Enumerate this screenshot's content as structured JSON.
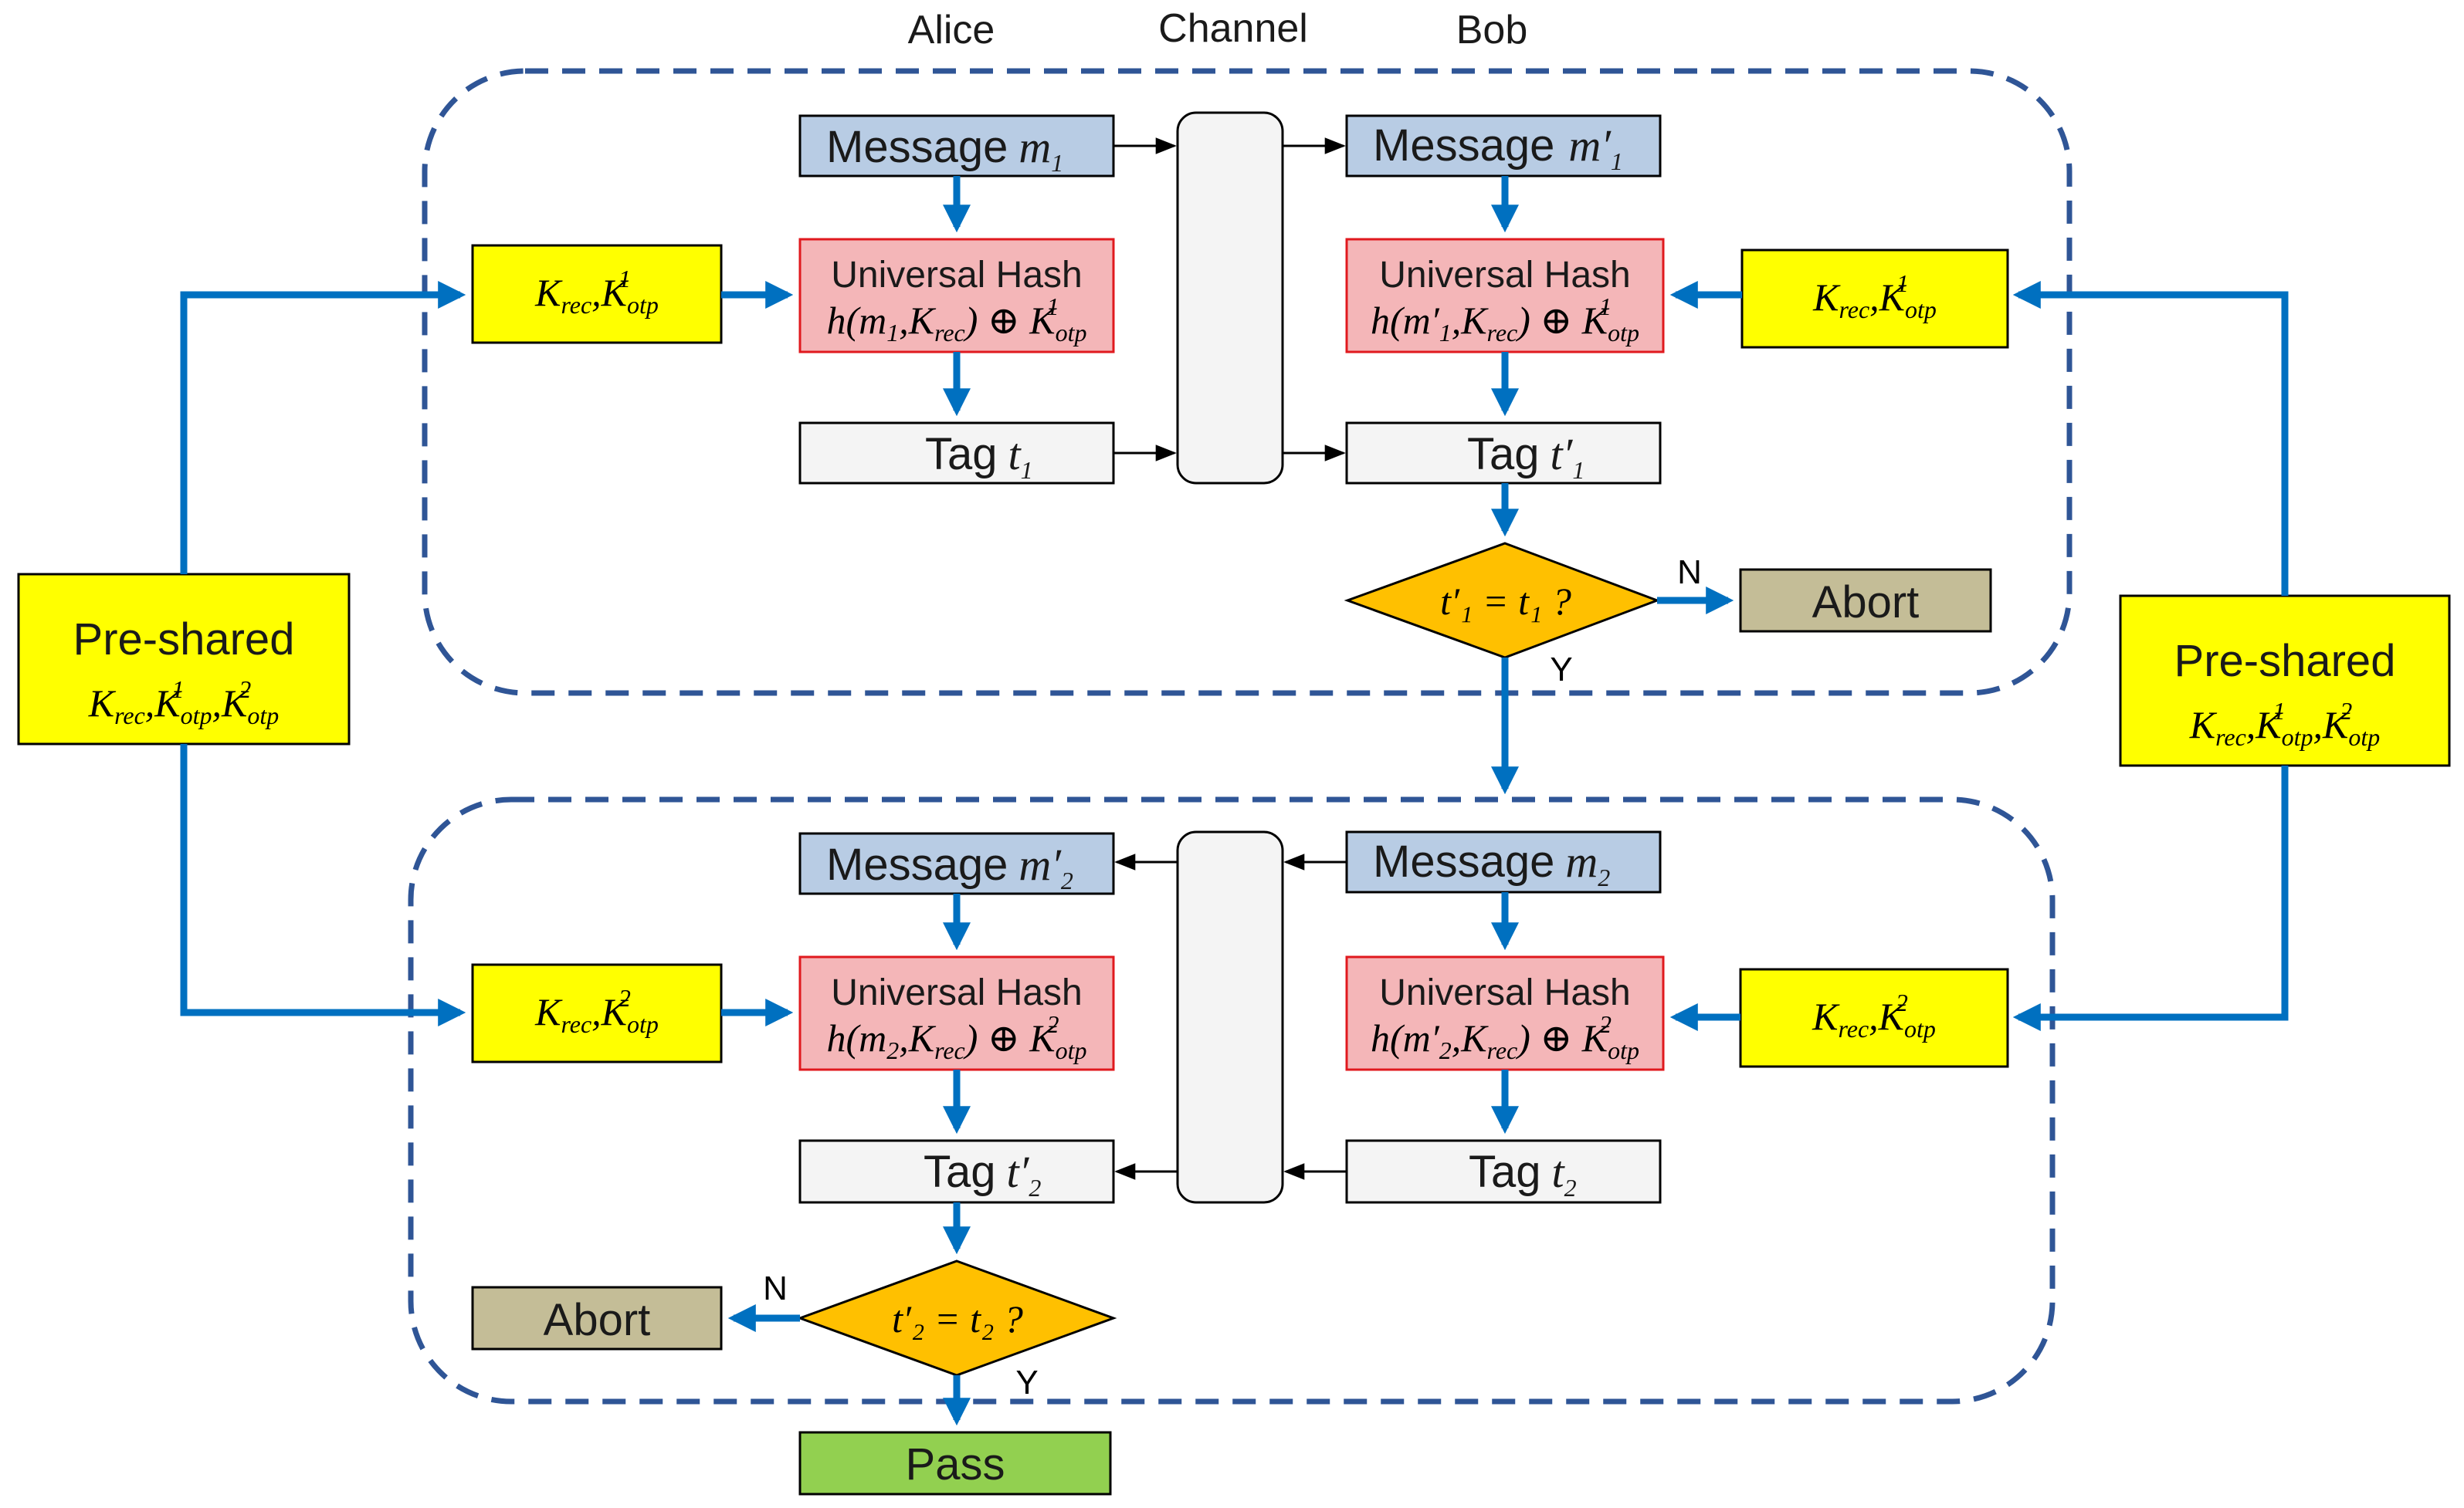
{
  "headers": {
    "alice": "Alice",
    "channel": "Channel",
    "bob": "Bob"
  },
  "preshared": {
    "title": "Pre-shared",
    "keys_k": "K",
    "keys_rec": "rec",
    "keys_otp": "otp",
    "sup1": "1",
    "sup2": "2"
  },
  "round1": {
    "alice_message": "Message",
    "alice_message_var": "m",
    "alice_message_sub": "1",
    "bob_message": "Message",
    "bob_message_var": "m′",
    "bob_message_sub": "1",
    "hash_title": "Universal Hash",
    "alice_tag": "Tag",
    "alice_tag_var": "t",
    "alice_tag_sub": "1",
    "bob_tag": "Tag",
    "bob_tag_var": "t′",
    "bob_tag_sub": "1",
    "check": "t′₁ = t₁ ?",
    "abort": "Abort",
    "no": "N",
    "yes": "Y"
  },
  "round2": {
    "alice_message": "Message",
    "alice_message_var": "m′",
    "alice_message_sub": "2",
    "bob_message": "Message",
    "bob_message_var": "m",
    "bob_message_sub": "2",
    "hash_title": "Universal Hash",
    "alice_tag": "Tag",
    "alice_tag_var": "t′",
    "alice_tag_sub": "2",
    "bob_tag": "Tag",
    "bob_tag_var": "t",
    "bob_tag_sub": "2",
    "check": "t′₂ = t₂ ?",
    "abort": "Abort",
    "no": "N",
    "yes": "Y",
    "pass": "Pass"
  },
  "colors": {
    "message_fill": "#b8cce4",
    "hash_fill": "#f4b6b8",
    "hash_stroke": "#e0191e",
    "key_fill": "#ffff00",
    "decision_fill": "#ffc000",
    "abort_fill": "#c4bd97",
    "pass_fill": "#92d050",
    "tag_fill": "#f4f4f4",
    "arrow_blue": "#0070c0",
    "dash_border": "#2f5596"
  }
}
